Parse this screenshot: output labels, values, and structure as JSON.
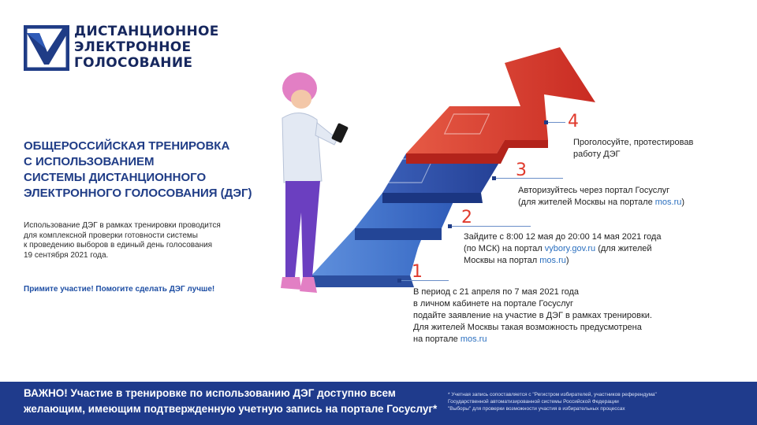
{
  "logo": {
    "lines": [
      "ДИСТАНЦИОННОЕ",
      "ЭЛЕКТРОННОЕ",
      "ГОЛОСОВАНИЕ"
    ],
    "icon": "checkmark-box-icon"
  },
  "heading": {
    "lines": [
      "ОБЩЕРОССИЙСКАЯ ТРЕНИРОВКА",
      "С ИСПОЛЬЗОВАНИЕМ",
      "СИСТЕМЫ ДИСТАНЦИОННОГО",
      "ЭЛЕКТРОННОГО ГОЛОСОВАНИЯ (ДЭГ)"
    ]
  },
  "intro": {
    "lines": [
      "Использование ДЭГ в рамках тренировки проводится",
      "для комплексной проверки готовности системы",
      "к проведению выборов в единый день голосования",
      "19 сентября 2021 года."
    ]
  },
  "cta": "Примите участие! Помогите сделать ДЭГ лучше!",
  "steps": [
    {
      "number": "1",
      "lines": [
        "В период с 21 апреля по 7 мая 2021 года",
        "в личном кабинете на портале Госуслуг",
        "подайте заявление на участие в ДЭГ в рамках тренировки.",
        "Для жителей Москвы такая возможность предусмотрена"
      ],
      "last_prefix": "на портале ",
      "last_link": "mos.ru"
    },
    {
      "number": "2",
      "line1": "Зайдите с 8:00 12 мая до 20:00 14 мая 2021 года",
      "line2_prefix": "(по МСК) на портал ",
      "line2_link": "vybory.gov.ru",
      "line2_suffix": " (для жителей",
      "line3_prefix": "Москвы на портал ",
      "line3_link": "mos.ru",
      "line3_suffix": ")"
    },
    {
      "number": "3",
      "line1": "Авторизуйтесь через портал Госуслуг",
      "line2_prefix": "(для жителей Москвы на портале ",
      "line2_link": "mos.ru",
      "line2_suffix": ")"
    },
    {
      "number": "4",
      "lines": [
        "Проголосуйте, протестировав",
        "работу ДЭГ"
      ]
    }
  ],
  "footer": {
    "lines": [
      "ВАЖНО! Участие в тренировке по использованию ДЭГ доступно всем",
      "желающим, имеющим подтвержденную учетную запись на портале Госуслуг*"
    ],
    "note_lines": [
      "* Учетная запись сопоставляется с \"Регистром избирателей, участников референдума\"",
      "Государственной автоматизированной системы Российской Федерации",
      "\"Выборы\" для проверки возможности участия в избирательных процессах"
    ]
  },
  "colors": {
    "brand_blue": "#1f3c86",
    "accent_red": "#e03a2c",
    "link_blue": "#2a6fbf",
    "footer_bg": "#1f3b8c"
  }
}
